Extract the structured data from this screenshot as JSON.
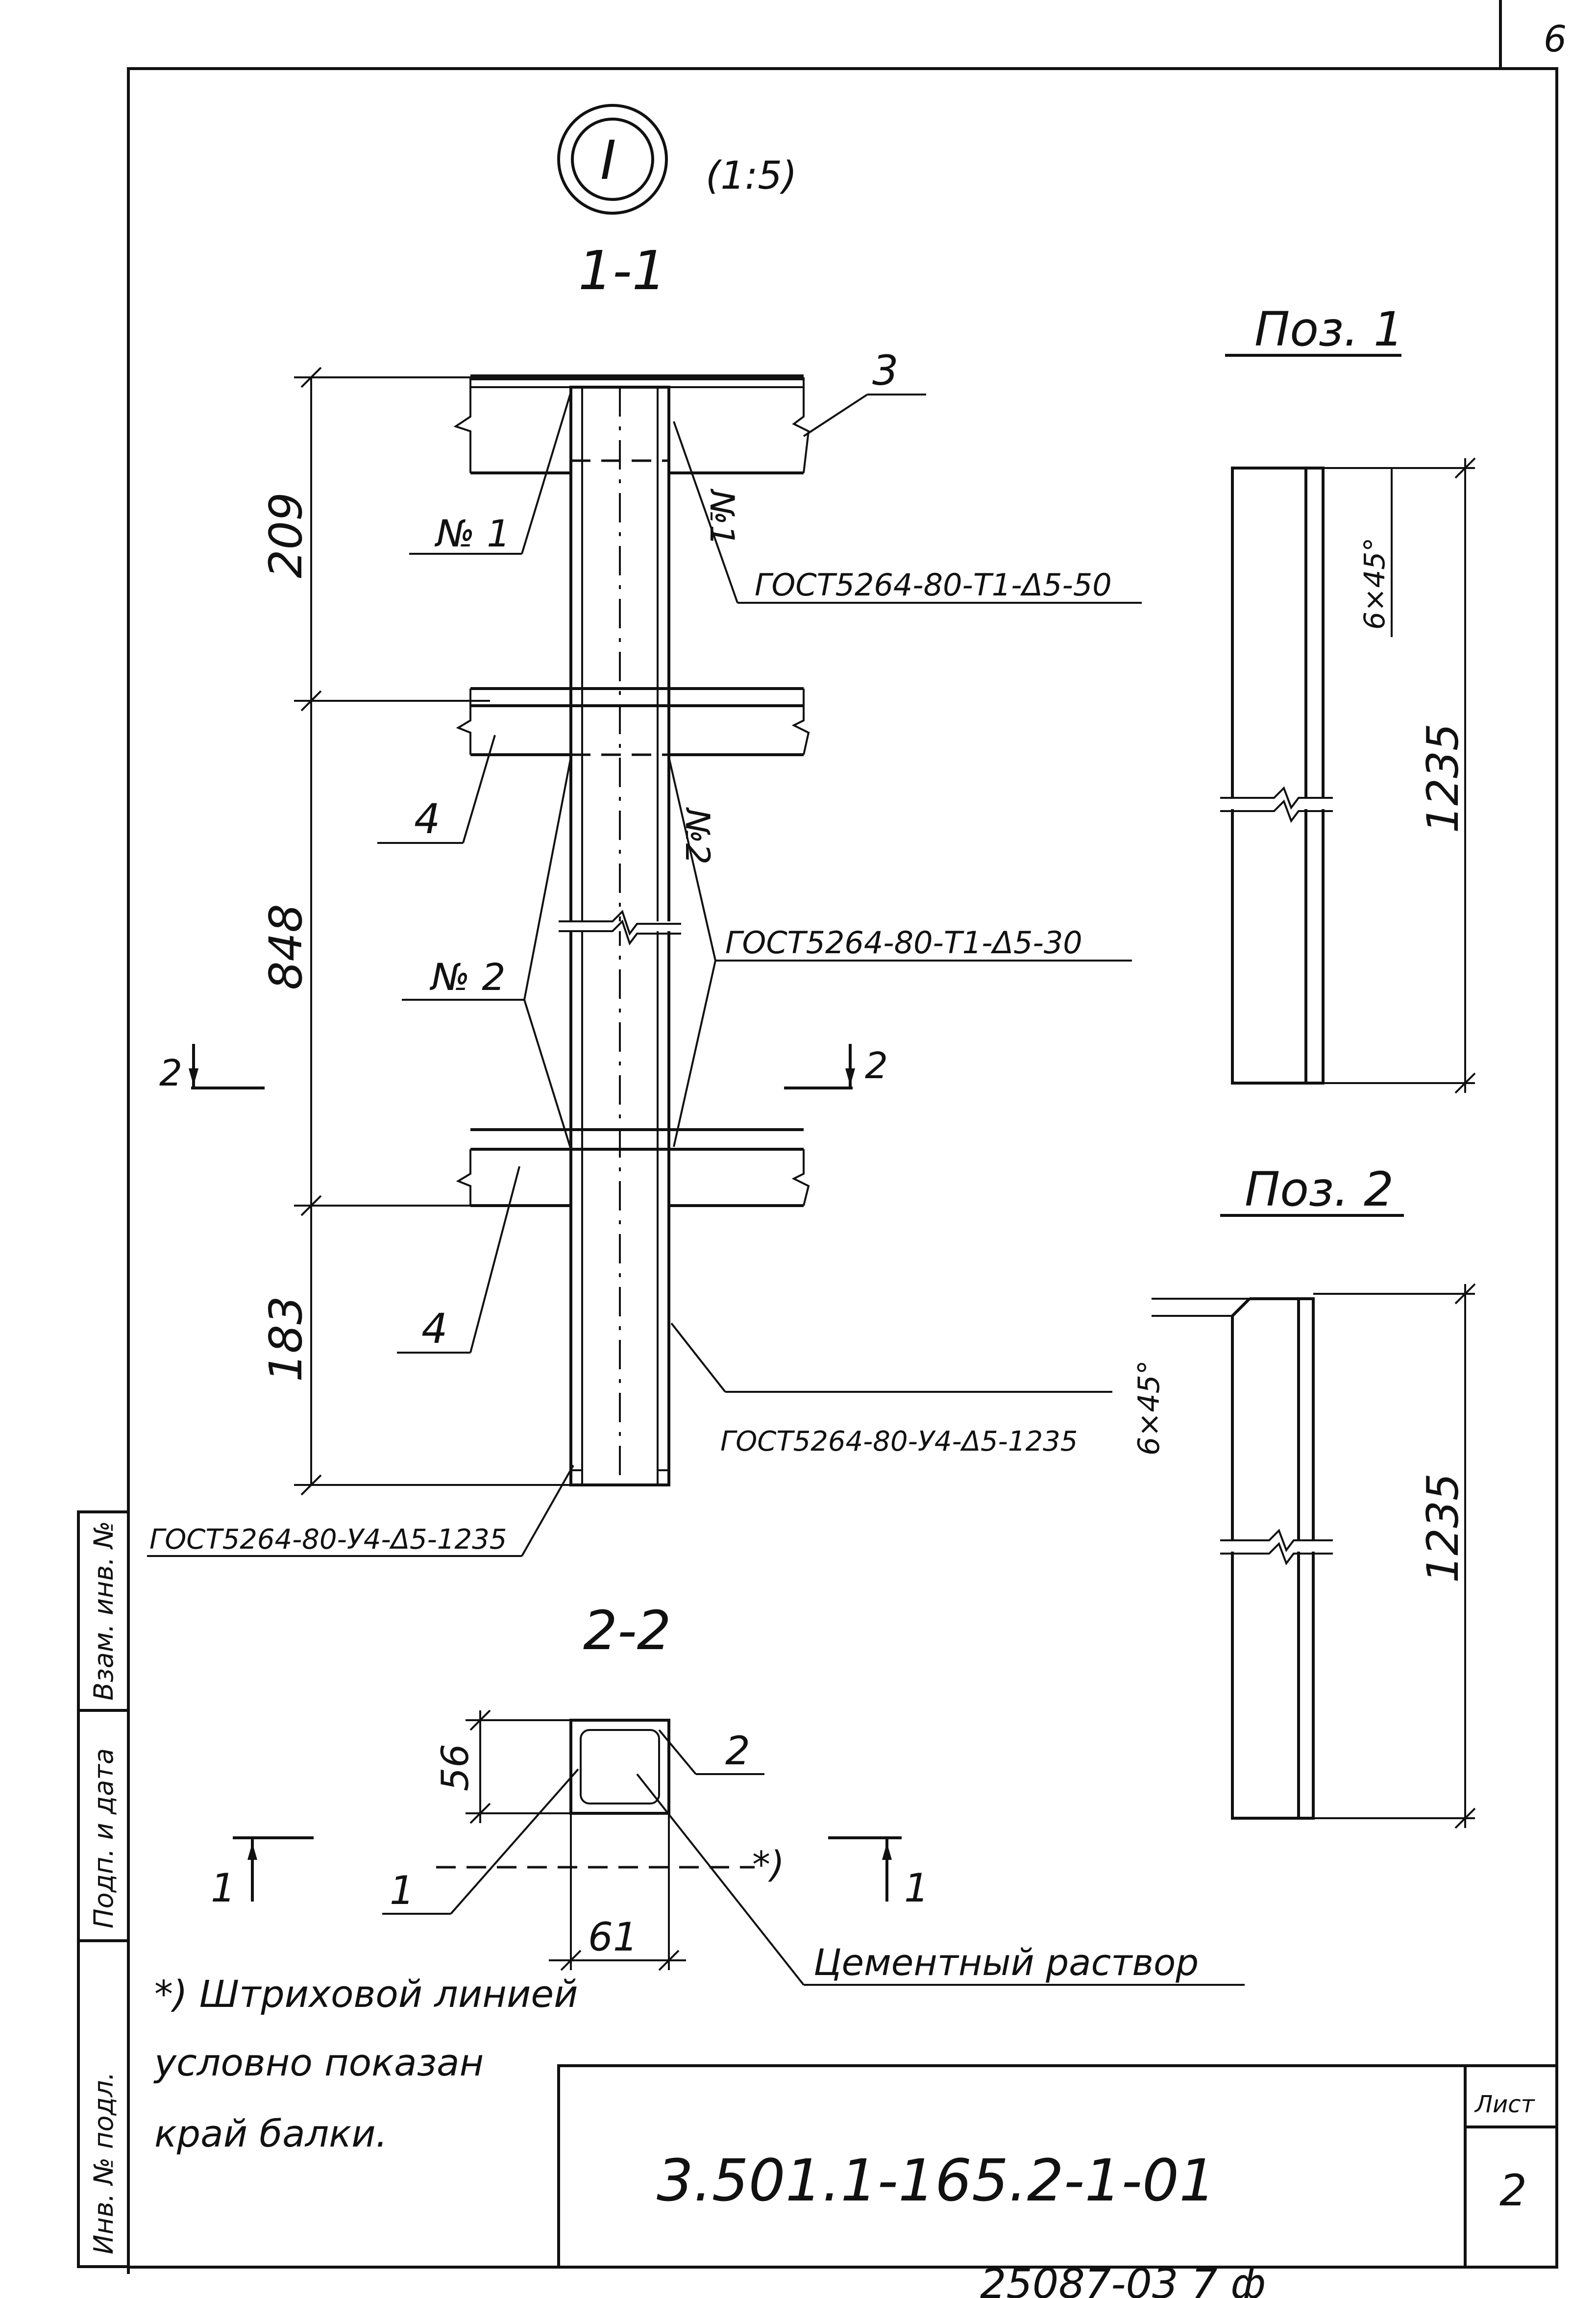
{
  "sheet_corner": "6",
  "view": {
    "label": "I",
    "scale": "(1:5)"
  },
  "section_1_1": {
    "title": "1-1",
    "dims": [
      "209",
      "848",
      "183"
    ],
    "callouts": {
      "pos3": "3",
      "pos4_upper": "4",
      "pos4_lower": "4"
    },
    "weld_labels": {
      "n1_left": "№ 1",
      "n1_right": "№1",
      "n2_left": "№ 2",
      "n2_right": "№2"
    },
    "gost_notes": {
      "top": "ГОСТ5264-80-Т1-Δ5-50",
      "middle": "ГОСТ5264-80-Т1-Δ5-30",
      "lower": "ГОСТ5264-80-У4-Δ5-1235",
      "bottom_left": "ГОСТ5264-80-У4-Δ5-1235"
    },
    "cut_marker": "2"
  },
  "section_2_2": {
    "title": "2-2",
    "dim_height": "56",
    "dim_width": "61",
    "callout_1": "1",
    "callout_2": "2",
    "cut_marker": "1",
    "asterisk": "*)",
    "cement_label": "Цементный раствор"
  },
  "pos1": {
    "title": "Поз. 1",
    "chamfer": "6×45°",
    "length": "1235"
  },
  "pos2": {
    "title": "Поз. 2",
    "chamfer": "6×45°",
    "length": "1235"
  },
  "note": [
    "*) Штриховой линией",
    "условно показан",
    "край балки."
  ],
  "stamp": {
    "doc_number": "3.501.1-165.2-1-01",
    "sheet_label": "Лист",
    "sheet_number": "2",
    "side_cells": [
      "Взам. инв. №",
      "Подп. и дата",
      "Инв. № подл."
    ]
  },
  "footer_code": "25087-03   7  ф"
}
